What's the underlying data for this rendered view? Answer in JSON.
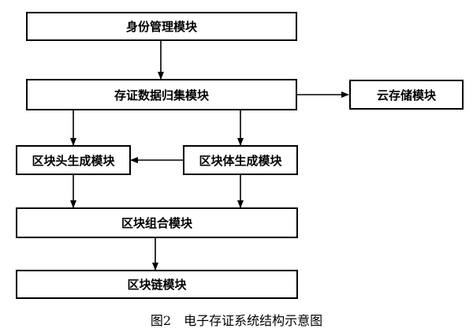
{
  "modules": {
    "identity": "身份管理模块",
    "collection": "存证数据归集模块",
    "cloud_storage": "云存储模块",
    "block_header": "区块头生成模块",
    "block_body": "区块体生成模块",
    "block_assembly": "区块组合模块",
    "block_chain": "区块链模块"
  },
  "caption": "图2　电子存证系统结构示意图"
}
